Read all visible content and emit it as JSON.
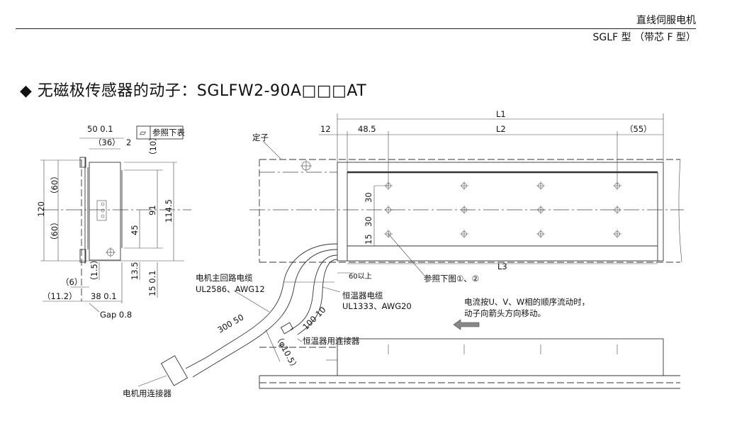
{
  "header": {
    "category": "直线伺服电机",
    "subtitle": "SGLF 型 （带芯 F 型）"
  },
  "title": "◆ 无磁极传感器的动子：SGLFW2-90A□□□AT",
  "side_view": {
    "dims": {
      "w50": "50  0.1",
      "w36": "（36）",
      "w2": "2",
      "h10": "（10）",
      "h60a": "（60）",
      "h120": "120",
      "h60b": "（60）",
      "h91": "91",
      "h45": "45",
      "h114_5": "114.5",
      "h13_5": "13.5",
      "h15": "15  0.1",
      "h1_5": "（1.5）",
      "w6": "（6）",
      "w11_2": "（11.2）",
      "w38": "38  0.1",
      "gap": "Gap 0.8"
    },
    "flatness_symbol": "▱",
    "flatness_note": "参照下表"
  },
  "top_view": {
    "stator_label": "定子",
    "dims": {
      "l1": "L1",
      "d12": "12",
      "d48_5": "48.5",
      "l2": "L2",
      "d55": "（55）",
      "d30a": "30",
      "d30b": "30",
      "d15": "15",
      "l3": "L3",
      "min60": "60以上"
    },
    "hole_note": "参照下图①、②",
    "main_cable": [
      "电机主回路电缆",
      "UL2586、AWG12"
    ],
    "thermo_cable": [
      "恒温器电缆",
      "UL1333、AWG20"
    ],
    "cable_len_main": "300  50",
    "cable_len_thermo": "100  10",
    "cable_dia": "（φ10.5）",
    "thermo_connector": "恒温器用连接器",
    "motor_connector": "电机用连接器",
    "direction_note": [
      "电流按U、V、W相的顺序流动时，",
      "动子向箭头方向移动。"
    ]
  }
}
